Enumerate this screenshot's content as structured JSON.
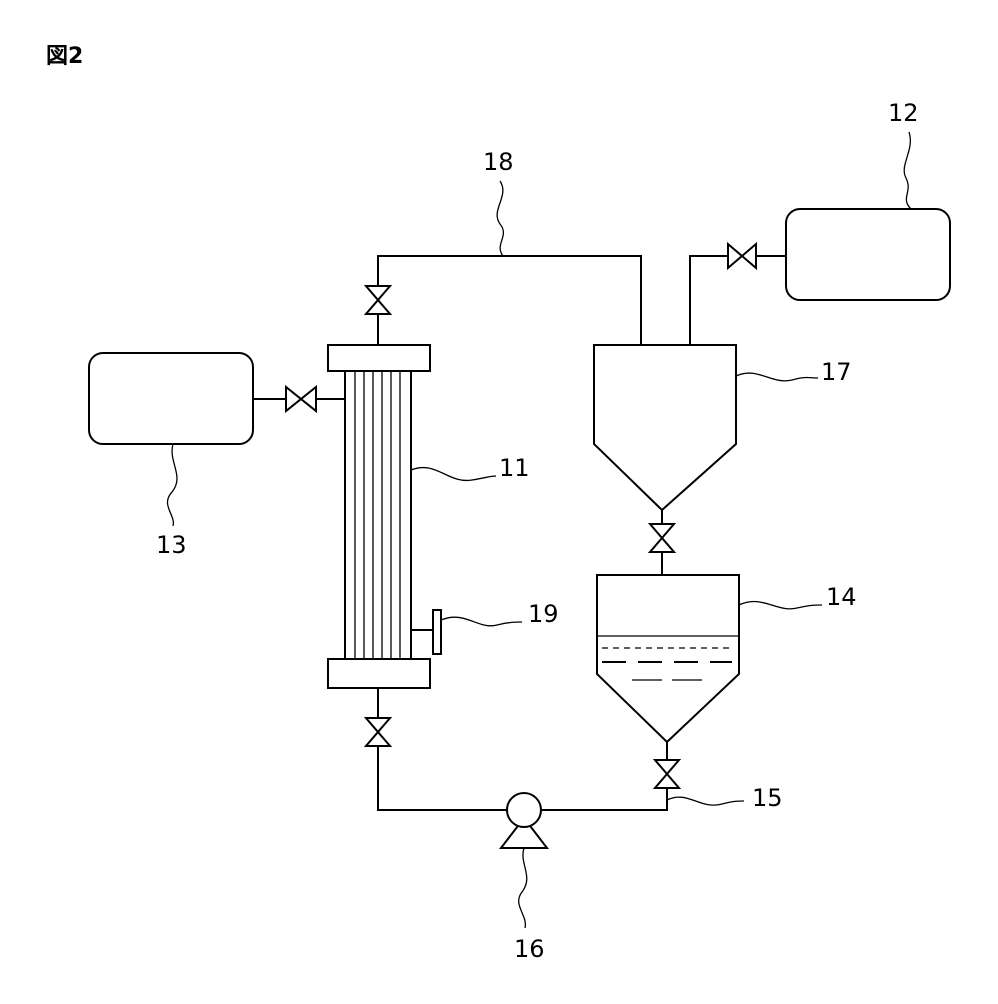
{
  "figure": {
    "title": "図2"
  },
  "labels": {
    "membrane_module": "11",
    "tank_12": "12",
    "tank_13": "13",
    "liquid_tank": "14",
    "valve_15": "15",
    "pump": "16",
    "hopper": "17",
    "pipe": "18",
    "port": "19"
  }
}
